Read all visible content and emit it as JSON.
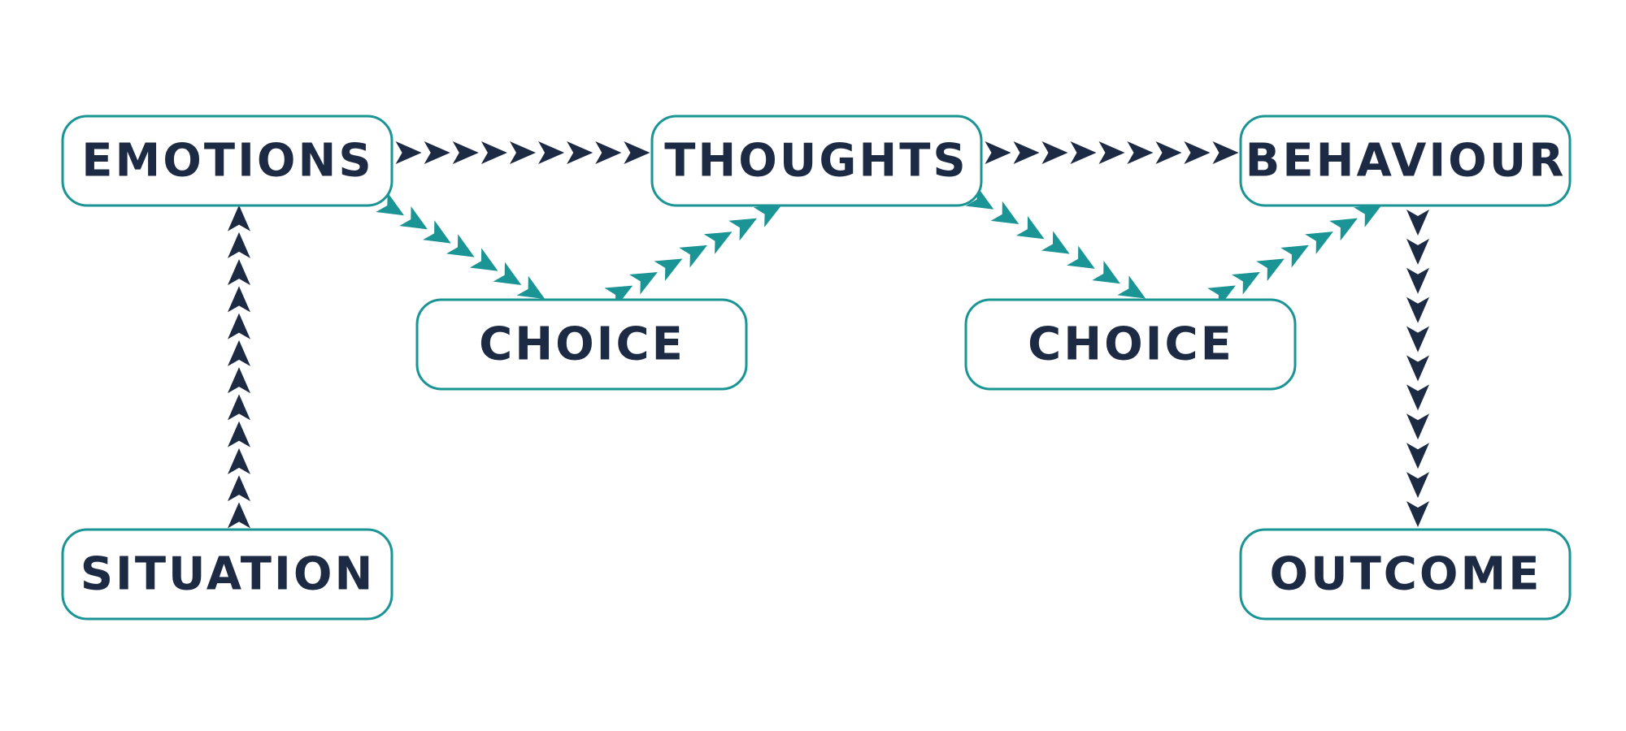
{
  "colors": {
    "box_border": "#1a9494",
    "label_text": "#1c2a44",
    "main_arrow": "#1c2a44",
    "choice_arrow": "#1a9494",
    "background": "#ffffff"
  },
  "nodes": {
    "emotions": "EMOTIONS",
    "thoughts": "THOUGHTS",
    "behaviour": "BEHAVIOUR",
    "choice_1": "CHOICE",
    "choice_2": "CHOICE",
    "situation": "SITUATION",
    "outcome": "OUTCOME"
  },
  "edges": [
    {
      "from": "situation",
      "to": "emotions",
      "style": "main"
    },
    {
      "from": "emotions",
      "to": "thoughts",
      "style": "main"
    },
    {
      "from": "thoughts",
      "to": "behaviour",
      "style": "main"
    },
    {
      "from": "behaviour",
      "to": "outcome",
      "style": "main"
    },
    {
      "from": "emotions",
      "to": "choice_1",
      "style": "choice"
    },
    {
      "from": "choice_1",
      "to": "thoughts",
      "style": "choice"
    },
    {
      "from": "thoughts",
      "to": "choice_2",
      "style": "choice"
    },
    {
      "from": "choice_2",
      "to": "behaviour",
      "style": "choice"
    }
  ]
}
